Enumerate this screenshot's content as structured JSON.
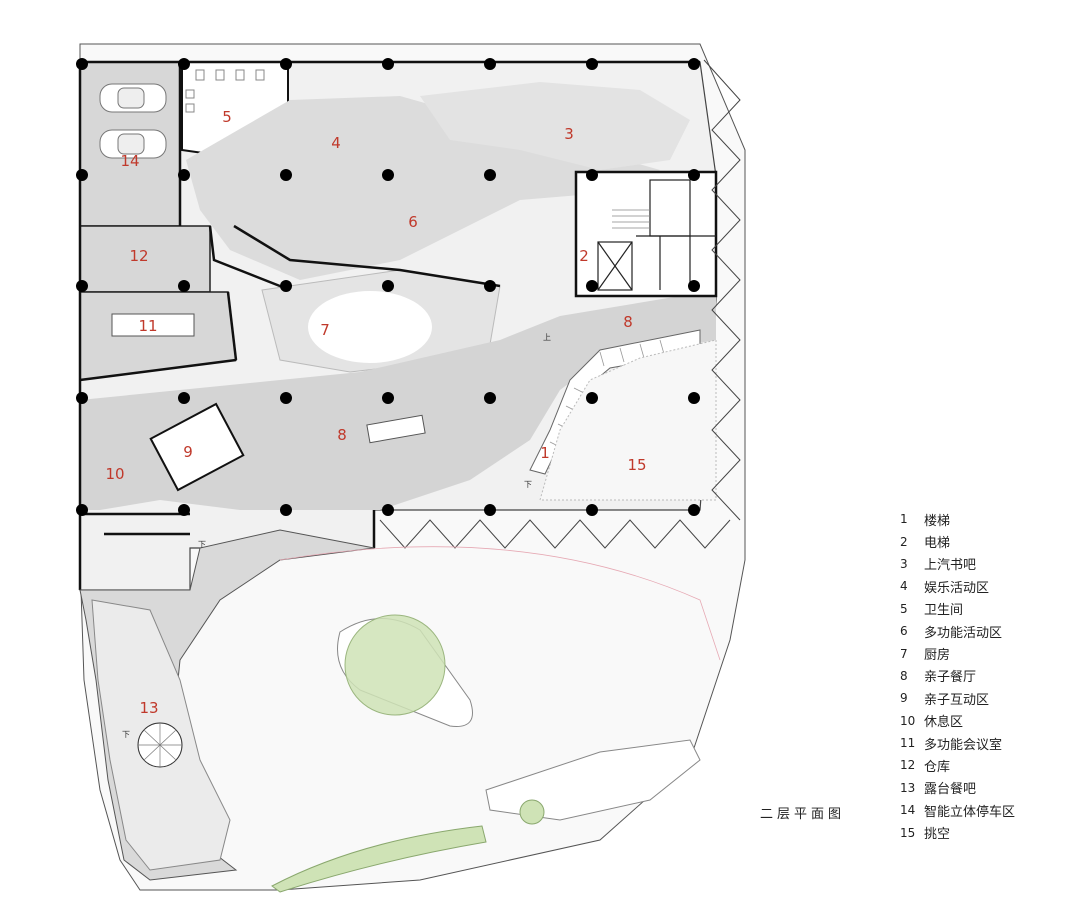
{
  "diagram": {
    "title": "二层平面图",
    "zone_numbers": {
      "z1": "1",
      "z2": "2",
      "z3": "3",
      "z4": "4",
      "z5": "5",
      "z6": "6",
      "z7": "7",
      "z8a": "8",
      "z8b": "8",
      "z9": "9",
      "z10": "10",
      "z11": "11",
      "z12": "12",
      "z13": "13",
      "z14": "14",
      "z15": "15"
    },
    "notes": {
      "up": "上",
      "down_1": "下",
      "down_2": "下",
      "down_3": "下"
    },
    "legend": [
      {
        "num": "1",
        "name": "楼梯"
      },
      {
        "num": "2",
        "name": "电梯"
      },
      {
        "num": "3",
        "name": "上汽书吧"
      },
      {
        "num": "4",
        "name": "娱乐活动区"
      },
      {
        "num": "5",
        "name": "卫生间"
      },
      {
        "num": "6",
        "name": "多功能活动区"
      },
      {
        "num": "7",
        "name": "厨房"
      },
      {
        "num": "8",
        "name": "亲子餐厅"
      },
      {
        "num": "9",
        "name": "亲子互动区"
      },
      {
        "num": "10",
        "name": "休息区"
      },
      {
        "num": "11",
        "name": "多功能会议室"
      },
      {
        "num": "12",
        "name": "仓库"
      },
      {
        "num": "13",
        "name": "露台餐吧"
      },
      {
        "num": "14",
        "name": "智能立体停车区"
      },
      {
        "num": "15",
        "name": "挑空"
      }
    ],
    "colors": {
      "zone_label": "#c0392b",
      "floor_gray": "#d7d7d7",
      "light_gray": "#ececec",
      "landscape_green": "#cfe3b6",
      "wall": "#111111",
      "column": "#000000",
      "void_line": "#e6a9b4"
    }
  }
}
